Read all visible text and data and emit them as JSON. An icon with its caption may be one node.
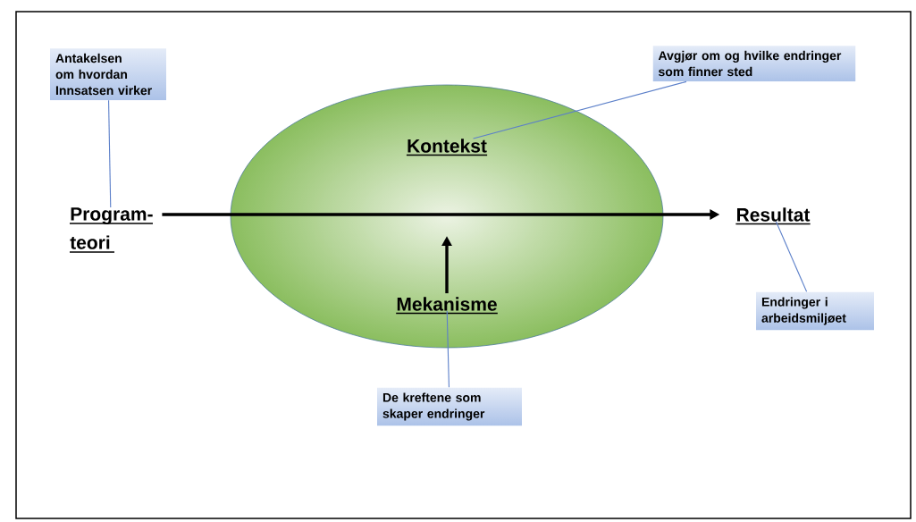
{
  "diagram": {
    "nodes": [
      {
        "text": [
          "Antakelsen om hvordan Innsatsen virker"
        ]
      },
      {
        "text": [
          "Avgjør om og hvilke endringer som finner sted"
        ]
      },
      {
        "text": [],
        "shape": "ellipse"
      },
      {
        "text": [
          "Kontekst"
        ],
        "in": 2
      },
      {
        "text": [
          "Program- teori"
        ]
      },
      {
        "text": [
          "Resultat"
        ]
      },
      {
        "text": [
          "Mekanisme"
        ],
        "in": 2
      },
      {
        "text": [
          "Endringer i arbeidsmiljøet"
        ]
      },
      {
        "text": [
          "De kreftene som skaper endringer"
        ]
      }
    ],
    "edges": [
      {
        "from": 0,
        "to": 4,
        "arrow": "none"
      },
      {
        "from": 1,
        "to": 3,
        "arrow": "none"
      },
      {
        "from": 5,
        "to": 7,
        "arrow": "none"
      },
      {
        "from": 6,
        "to": 8,
        "arrow": "none"
      },
      {
        "from": 4,
        "to": 5,
        "arrow": "to",
        "style": "thick",
        "color": "#000000"
      },
      {
        "from": 6,
        "to": null,
        "arrow": "to",
        "style": "thick",
        "color": "#000000"
      }
    ]
  }
}
